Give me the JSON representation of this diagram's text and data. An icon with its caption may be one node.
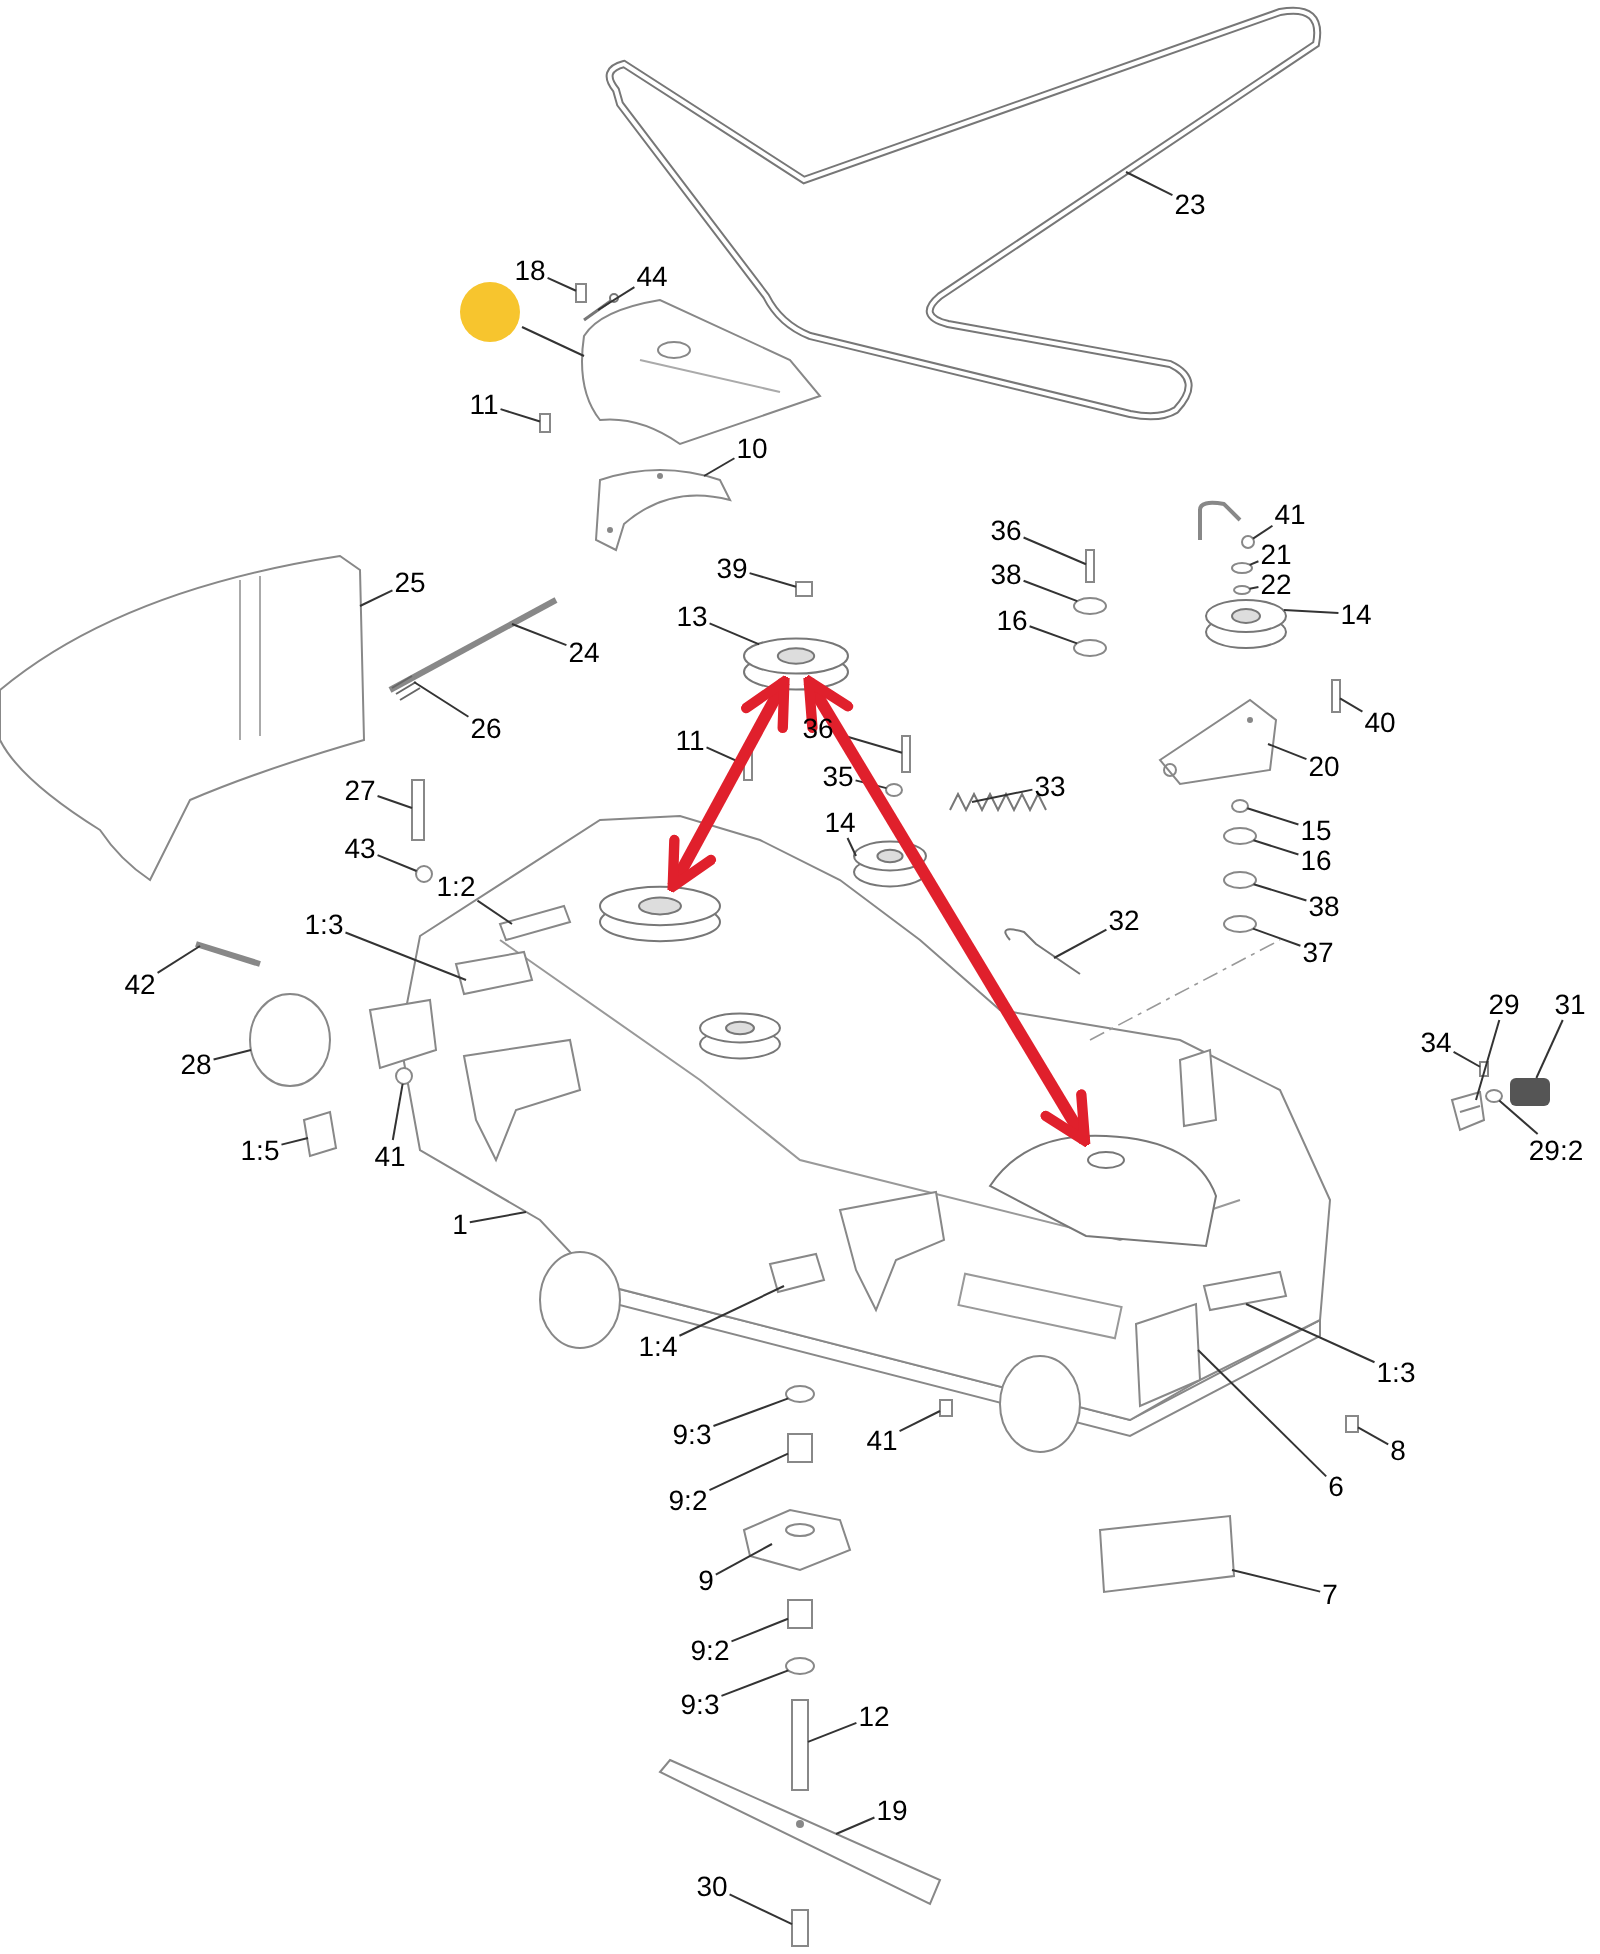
{
  "diagram": {
    "nodes": [
      {
        "text": [
          "18"
        ]
      },
      {
        "text": [
          "44"
        ]
      },
      {
        "text": [],
        "shape": "circle"
      },
      {
        "text": [
          "11"
        ]
      },
      {
        "text": [
          "10"
        ]
      },
      {
        "text": [
          "23"
        ]
      },
      {
        "text": [
          "41"
        ]
      },
      {
        "text": [
          "36"
        ]
      },
      {
        "text": [
          "21"
        ]
      },
      {
        "text": [
          "39"
        ]
      },
      {
        "text": [
          "22"
        ]
      },
      {
        "text": [
          "38"
        ]
      },
      {
        "text": [
          "25"
        ]
      },
      {
        "text": [
          "13"
        ]
      },
      {
        "text": [
          "14"
        ]
      },
      {
        "text": [
          "16"
        ]
      },
      {
        "text": [
          "24"
        ]
      },
      {
        "text": [
          "40"
        ]
      },
      {
        "text": [
          "26"
        ]
      },
      {
        "text": [
          "11"
        ]
      },
      {
        "text": [
          "36"
        ]
      },
      {
        "text": [
          "20"
        ]
      },
      {
        "text": [
          "35"
        ]
      },
      {
        "text": [
          "27"
        ]
      },
      {
        "text": [
          "33"
        ]
      },
      {
        "text": [
          "14"
        ]
      },
      {
        "text": [
          "15"
        ]
      },
      {
        "text": [
          "43"
        ]
      },
      {
        "text": [
          "16"
        ]
      },
      {
        "text": [
          "1:2"
        ]
      },
      {
        "text": [
          "38"
        ]
      },
      {
        "text": [
          "32"
        ]
      },
      {
        "text": [
          "1:3"
        ]
      },
      {
        "text": [
          "37"
        ]
      },
      {
        "text": [
          "42"
        ]
      },
      {
        "text": [
          "29"
        ]
      },
      {
        "text": [
          "31"
        ]
      },
      {
        "text": [
          "34"
        ]
      },
      {
        "text": [
          "28"
        ]
      },
      {
        "text": [
          "29:2"
        ]
      },
      {
        "text": [
          "1:5"
        ]
      },
      {
        "text": [
          "41"
        ]
      },
      {
        "text": [
          "1"
        ]
      },
      {
        "text": [
          "1:4"
        ]
      },
      {
        "text": [
          "1:3"
        ]
      },
      {
        "text": [
          "9:3"
        ]
      },
      {
        "text": [
          "41"
        ]
      },
      {
        "text": [
          "8"
        ]
      },
      {
        "text": [
          "6"
        ]
      },
      {
        "text": [
          "9:2"
        ]
      },
      {
        "text": [
          "9"
        ]
      },
      {
        "text": [
          "7"
        ]
      },
      {
        "text": [
          "9:2"
        ]
      },
      {
        "text": [
          "9:3"
        ]
      },
      {
        "text": [
          "12"
        ]
      },
      {
        "text": [
          "19"
        ]
      },
      {
        "text": [
          "30"
        ]
      },
      {
        "text": [],
        "shape": "circle"
      },
      {
        "text": [],
        "shape": "circle",
        "in": 101
      },
      {
        "text": [],
        "shape": "picture",
        "in": 101
      },
      {
        "text": [],
        "shape": "box"
      },
      {
        "text": [],
        "shape": "picture"
      },
      {
        "text": [],
        "shape": "picture"
      },
      {
        "text": [],
        "shape": "box"
      },
      {
        "text": [],
        "shape": "picture"
      },
      {
        "text": [],
        "shape": "picture"
      },
      {
        "text": [],
        "shape": "circle"
      },
      {
        "text": [],
        "shape": "box"
      },
      {
        "text": [],
        "shape": "circle"
      },
      {
        "text": [],
        "shape": "box"
      },
      {
        "text": [],
        "shape": "circle"
      },
      {
        "text": [],
        "shape": "circle"
      },
      {
        "text": [],
        "shape": "picture"
      },
      {
        "text": [],
        "shape": "circle"
      },
      {
        "text": [],
        "shape": "circle"
      },
      {
        "text": [],
        "shape": "bar"
      },
      {
        "text": [],
        "shape": "box"
      },
      {
        "text": [],
        "shape": "picture"
      },
      {
        "text": [],
        "shape": "box"
      },
      {
        "text": [],
        "shape": "box"
      },
      {
        "text": [],
        "shape": "picture"
      },
      {
        "text": [],
        "shape": "circle"
      },
      {
        "text": [],
        "shape": "box"
      },
      {
        "text": [],
        "shape": "picture"
      },
      {
        "text": [],
        "shape": "circle"
      },
      {
        "text": [],
        "shape": "circle"
      },
      {
        "text": [],
        "shape": "circle"
      },
      {
        "text": [],
        "shape": "circle"
      },
      {
        "text": [],
        "shape": "box",
        "in": 101
      },
      {
        "text": [],
        "shape": "circle"
      },
      {
        "text": [],
        "shape": "picture"
      },
      {
        "text": [],
        "shape": "box",
        "in": 101
      },
      {
        "text": [],
        "shape": "circle"
      },
      {
        "text": [],
        "shape": "bar"
      },
      {
        "text": [],
        "shape": "picture"
      },
      {
        "text": [],
        "shape": "box"
      },
      {
        "text": [],
        "shape": "box"
      },
      {
        "text": [],
        "shape": "circle"
      },
      {
        "text": [],
        "shape": "circle"
      },
      {
        "text": [],
        "shape": "box"
      },
      {
        "text": [],
        "shape": "circle"
      },
      {
        "text": [],
        "shape": "picture"
      },
      {
        "text": [],
        "shape": "box",
        "in": 101
      },
      {
        "text": [],
        "shape": "box",
        "in": 101
      },
      {
        "text": [],
        "shape": "circle"
      },
      {
        "text": [],
        "shape": "box"
      },
      {
        "text": [],
        "shape": "box"
      },
      {
        "text": [],
        "shape": "box",
        "in": 101
      },
      {
        "text": [],
        "shape": "box"
      },
      {
        "text": [],
        "shape": "picture"
      },
      {
        "text": [],
        "shape": "box"
      },
      {
        "text": [],
        "shape": "box"
      },
      {
        "text": [],
        "shape": "circle"
      },
      {
        "text": [],
        "shape": "box"
      },
      {
        "text": [],
        "shape": "picture"
      },
      {
        "text": [],
        "shape": "box"
      }
    ],
    "edges": [
      {
        "from": 0,
        "to": 60,
        "arrow": "none"
      },
      {
        "from": 1,
        "to": 61,
        "arrow": "none"
      },
      {
        "from": 2,
        "to": 62,
        "arrow": "none"
      },
      {
        "from": 3,
        "to": 63,
        "arrow": "none"
      },
      {
        "from": 4,
        "to": 64,
        "arrow": "none"
      },
      {
        "from": 5,
        "to": 65,
        "arrow": "none"
      },
      {
        "from": 6,
        "to": 66,
        "arrow": "none"
      },
      {
        "from": 7,
        "to": 67,
        "arrow": "none"
      },
      {
        "from": 8,
        "to": 68,
        "arrow": "none"
      },
      {
        "from": 9,
        "to": 69,
        "arrow": "none"
      },
      {
        "from": 10,
        "to": 70,
        "arrow": "none"
      },
      {
        "from": 11,
        "to": 71,
        "arrow": "none"
      },
      {
        "from": 12,
        "to": 72,
        "arrow": "none"
      },
      {
        "from": 13,
        "to": 57,
        "arrow": "none"
      },
      {
        "from": 14,
        "to": 73,
        "arrow": "none"
      },
      {
        "from": 15,
        "to": 74,
        "arrow": "none"
      },
      {
        "from": 16,
        "to": 75,
        "arrow": "none"
      },
      {
        "from": 17,
        "to": 76,
        "arrow": "none"
      },
      {
        "from": 18,
        "to": 77,
        "arrow": "none"
      },
      {
        "from": 19,
        "to": 78,
        "arrow": "none"
      },
      {
        "from": 20,
        "to": 79,
        "arrow": "none"
      },
      {
        "from": 21,
        "to": 80,
        "arrow": "none"
      },
      {
        "from": 22,
        "to": 81,
        "arrow": "none"
      },
      {
        "from": 23,
        "to": 82,
        "arrow": "none"
      },
      {
        "from": 24,
        "to": 83,
        "arrow": "none"
      },
      {
        "from": 25,
        "to": 84,
        "arrow": "none"
      },
      {
        "from": 26,
        "to": 85,
        "arrow": "none"
      },
      {
        "from": 27,
        "to": 86,
        "arrow": "none"
      },
      {
        "from": 28,
        "to": 87,
        "arrow": "none"
      },
      {
        "from": 29,
        "to": 88,
        "arrow": "none"
      },
      {
        "from": 30,
        "to": 89,
        "arrow": "none"
      },
      {
        "from": 31,
        "to": 90,
        "arrow": "none"
      },
      {
        "from": 32,
        "to": 91,
        "arrow": "none"
      },
      {
        "from": 33,
        "to": 92,
        "arrow": "none"
      },
      {
        "from": 34,
        "to": 93,
        "arrow": "none"
      },
      {
        "from": 35,
        "to": 94,
        "arrow": "none"
      },
      {
        "from": 36,
        "to": 95,
        "arrow": "none"
      },
      {
        "from": 37,
        "to": 96,
        "arrow": "none"
      },
      {
        "from": 38,
        "to": 97,
        "arrow": "none"
      },
      {
        "from": 39,
        "to": 98,
        "arrow": "none"
      },
      {
        "from": 40,
        "to": 99,
        "arrow": "none"
      },
      {
        "from": 41,
        "to": 100,
        "arrow": "none"
      },
      {
        "from": 42,
        "to": 101,
        "arrow": "none"
      },
      {
        "from": 43,
        "to": 102,
        "arrow": "none"
      },
      {
        "from": 44,
        "to": 103,
        "arrow": "none"
      },
      {
        "from": 45,
        "to": 104,
        "arrow": "none"
      },
      {
        "from": 46,
        "to": 105,
        "arrow": "none"
      },
      {
        "from": 47,
        "to": 106,
        "arrow": "none"
      },
      {
        "from": 48,
        "to": 107,
        "arrow": "none"
      },
      {
        "from": 49,
        "to": 108,
        "arrow": "none"
      },
      {
        "from": 50,
        "to": 109,
        "arrow": "none"
      },
      {
        "from": 51,
        "to": 110,
        "arrow": "none"
      },
      {
        "from": 52,
        "to": 111,
        "arrow": "none"
      },
      {
        "from": 53,
        "to": 112,
        "arrow": "none"
      },
      {
        "from": 54,
        "to": 113,
        "arrow": "none"
      },
      {
        "from": 55,
        "to": 114,
        "arrow": "none"
      },
      {
        "from": 56,
        "to": 115,
        "arrow": "none"
      },
      {
        "from": 57,
        "to": 58,
        "arrow": "both",
        "style": "thick",
        "color": "#e0202c"
      },
      {
        "from": 57,
        "to": 59,
        "arrow": "both",
        "style": "thick",
        "color": "#e0202c"
      }
    ]
  }
}
